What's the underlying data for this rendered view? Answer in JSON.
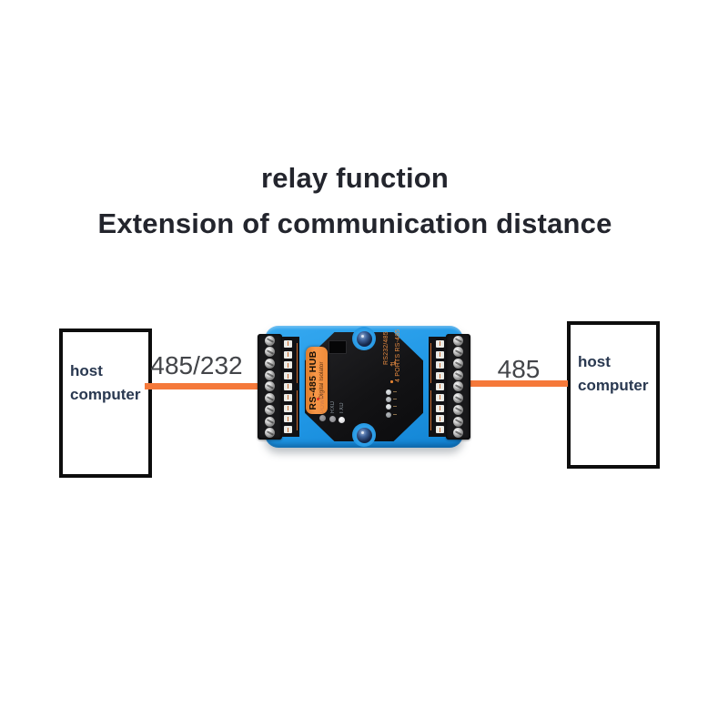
{
  "title": {
    "line1": "relay function",
    "line2": "Extension of communication distance"
  },
  "hosts": {
    "left": {
      "line1": "host",
      "line2": "computer"
    },
    "right": {
      "line1": "host",
      "line2": "computer"
    }
  },
  "connections": {
    "left_label": "485/232",
    "right_label": "485"
  },
  "device": {
    "name_plate": {
      "title": "RS-485 HUB",
      "subtitle": "Digital Isolator"
    },
    "side_labels": {
      "line1": "RS232/485",
      "arrow": "⇅",
      "line2": "4 PORTS RS-485"
    },
    "status_leds": [
      "POWER",
      "RXD",
      "TXD"
    ],
    "port_led_count": 4,
    "screws_per_terminal": 9,
    "pin_boxes_per_side": 9
  },
  "colors": {
    "accent_orange": "#f5793a",
    "device_blue": "#2198e6",
    "plate_black": "#131315",
    "name_plate_orange": "#f18f3e",
    "title_text": "#23252d",
    "host_text": "#293850",
    "link_label_text": "#434549"
  }
}
